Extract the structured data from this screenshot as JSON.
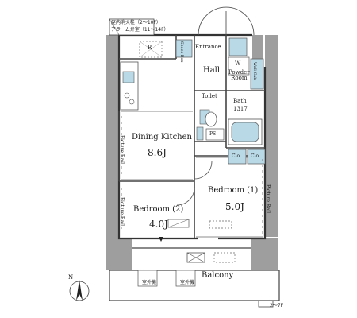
{
  "header_notes": {
    "line1": "屋内消火栓（2～10F）",
    "line2": "アラーム弁室（11～14F）"
  },
  "rooms": {
    "entrance": "Entrance",
    "hall": "Hall",
    "powder_room": "Powder\nRoom",
    "toilet": "Toilet",
    "bath": "Bath",
    "bath_size": "1317",
    "dining_kitchen": "Dining Kitchen",
    "dining_kitchen_area": "8.6J",
    "bedroom1": "Bedroom (1)",
    "bedroom1_area": "5.0J",
    "bedroom2": "Bedroom (2)",
    "bedroom2_area": "4.0J",
    "balcony": "Balcony"
  },
  "fixtures": {
    "refrigerator": "R",
    "washer": "W",
    "pipe_space": "PS",
    "shoe_storage": "Shoes Box",
    "wall_cabinet": "Wall Cab",
    "closet1": "Clo.",
    "closet2": "Clo."
  },
  "rails": {
    "dk": "Picture Rail",
    "bedroom1": "Picture Rail",
    "bedroom2": "Picture Rail"
  },
  "balcony_items": {
    "outdoor_unit1": "室外機",
    "outdoor_unit2": "室外機"
  },
  "footnote": "2～7F",
  "compass": "N"
}
